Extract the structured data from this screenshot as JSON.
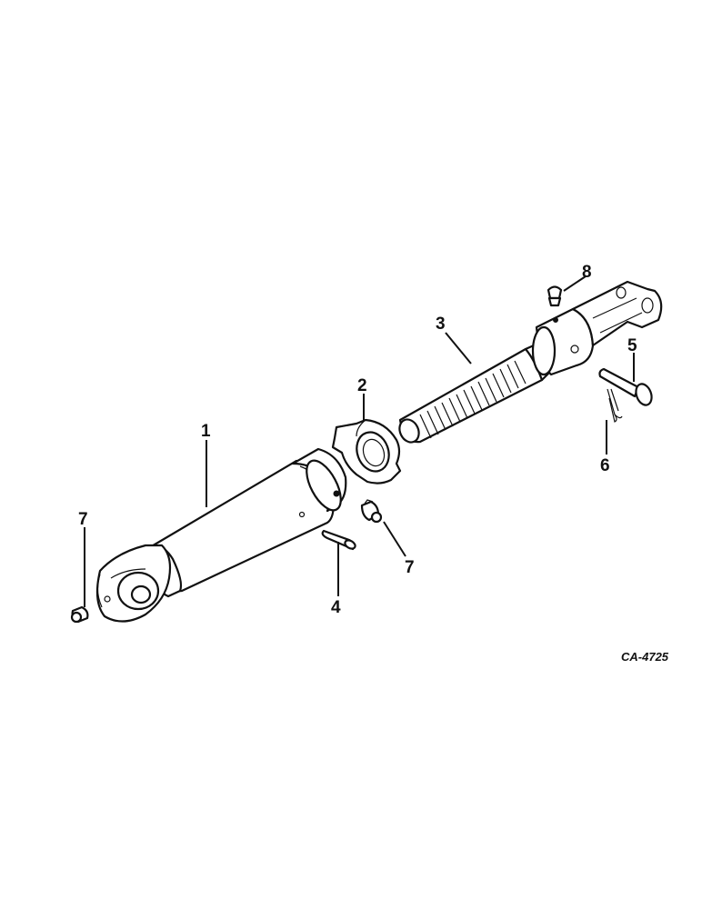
{
  "diagram": {
    "callouts": {
      "c1": "1",
      "c2": "2",
      "c3": "3",
      "c4": "4",
      "c5": "5",
      "c6": "6",
      "c7a": "7",
      "c7b": "7",
      "c8": "8"
    },
    "figure_code": "CA-4725"
  }
}
